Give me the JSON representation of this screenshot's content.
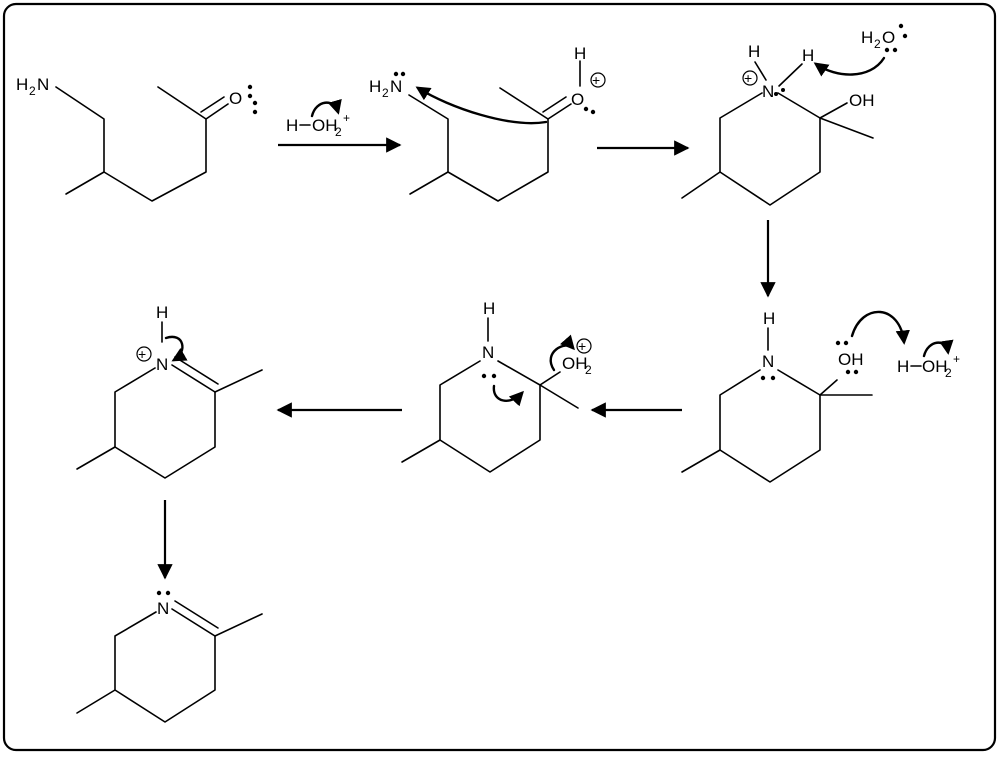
{
  "labels": {
    "nh2": "H",
    "nh2_sub": "2",
    "nh2_n": "N",
    "oxygen": "O",
    "nitrogen": "N",
    "hydrogen": "H",
    "oh": "OH",
    "hydronium_h": "H",
    "hydronium_o": "OH",
    "hydronium_sub": "2",
    "plus_sup": "+",
    "water_h": "H",
    "water_sub": "2",
    "water_o": "O",
    "charge_plus": "+"
  }
}
